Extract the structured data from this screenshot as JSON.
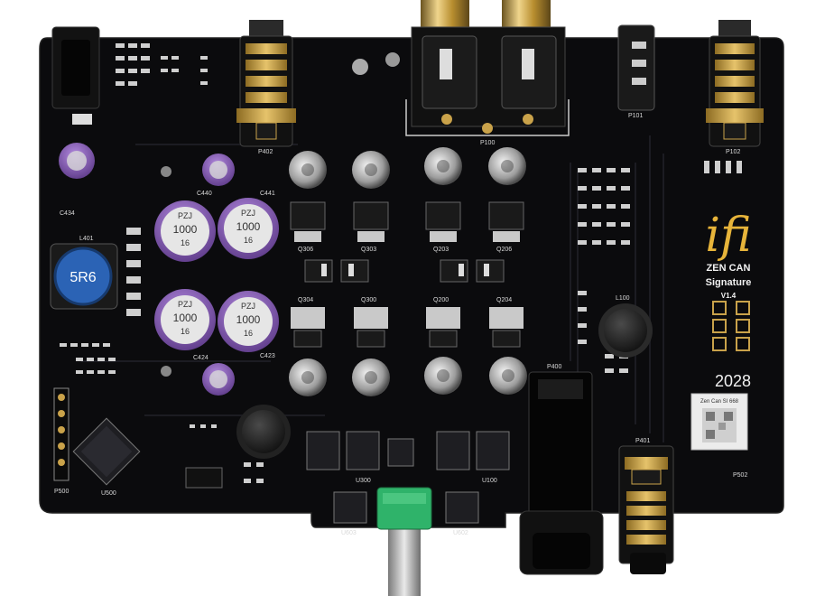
{
  "board": {
    "brand": "ifi",
    "model_line1": "ZEN CAN",
    "model_line2": "Signature",
    "version": "V1.4",
    "batch_code": "2028",
    "inductor_marking": "5R6",
    "qr_label": "Zen Can SI 668",
    "cap_markings": [
      {
        "top": "PZJ",
        "mid": "1000",
        "bot": "16"
      },
      {
        "top": "PZJ",
        "mid": "1000",
        "bot": "16"
      },
      {
        "top": "PZJ",
        "mid": "1000",
        "bot": "16"
      },
      {
        "top": "PZJ",
        "mid": "1000",
        "bot": "16"
      }
    ],
    "designators": {
      "c434": "C434",
      "l401": "L401",
      "p100": "P100",
      "p101": "P101",
      "p102": "P102",
      "p400": "P400",
      "p401": "P401",
      "p402": "P402",
      "p500": "P500",
      "p502": "P502",
      "l100": "L100",
      "c441": "C441",
      "c440": "C440",
      "c424": "C424",
      "c423": "C423",
      "u500": "U500",
      "u300": "U300",
      "u100": "U100",
      "u603": "U603",
      "u602": "U602",
      "q306": "Q306",
      "q303": "Q303",
      "q203": "Q203",
      "q206": "Q206",
      "q304": "Q304",
      "q300": "Q300",
      "q200": "Q200",
      "q204": "Q204"
    }
  },
  "colors": {
    "board": "#0b0b0d",
    "gold": "#c9a24a",
    "purple": "#8e5fc4",
    "blue_inductor": "#2b63b5",
    "green_pot": "#2fb36a",
    "logo": "#e7b43a"
  }
}
